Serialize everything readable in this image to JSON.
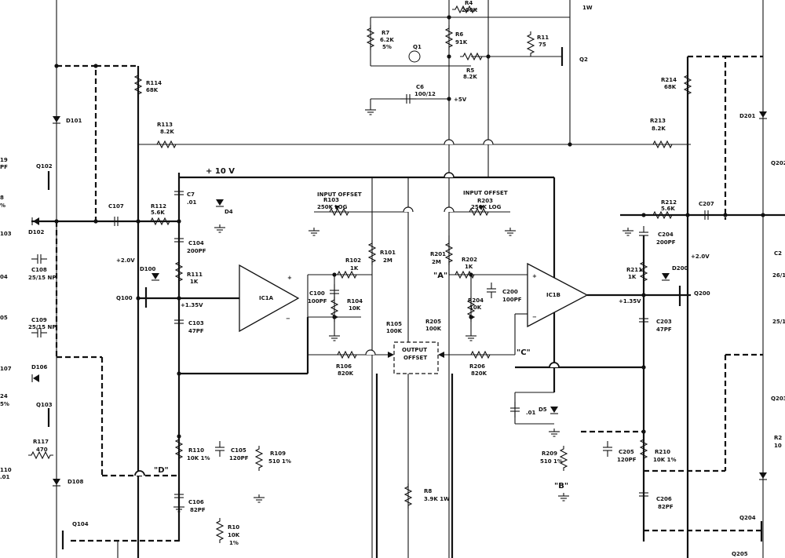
{
  "diagram": {
    "resistors": [
      {
        "id": "r4",
        "label": "R4",
        "value": "200K"
      },
      {
        "id": "r7",
        "label": "R7",
        "value": "6.2K",
        "tol": "5%"
      },
      {
        "id": "r6",
        "label": "R6",
        "value": "91K"
      },
      {
        "id": "r5",
        "label": "R5",
        "value": "8.2K"
      },
      {
        "id": "r11",
        "label": "R11",
        "value": "75"
      },
      {
        "id": "r114",
        "label": "R114",
        "value": "68K"
      },
      {
        "id": "r113",
        "label": "R113",
        "value": "8.2K"
      },
      {
        "id": "r112",
        "label": "R112",
        "value": "5.6K"
      },
      {
        "id": "r111",
        "label": "R111",
        "value": "1K"
      },
      {
        "id": "r103",
        "label": "R103",
        "value": "250K LOG"
      },
      {
        "id": "r203",
        "label": "R203",
        "value": "250K LOG"
      },
      {
        "id": "r101",
        "label": "R101",
        "value": "2M"
      },
      {
        "id": "r102",
        "label": "R102",
        "value": "1K"
      },
      {
        "id": "r104",
        "label": "R104",
        "value": "10K"
      },
      {
        "id": "r105",
        "label": "R105",
        "value": "100K"
      },
      {
        "id": "r205",
        "label": "R205",
        "value": "100K"
      },
      {
        "id": "r106",
        "label": "R106",
        "value": "820K"
      },
      {
        "id": "r206",
        "label": "R206",
        "value": "820K"
      },
      {
        "id": "r201",
        "label": "R201",
        "value": "2M"
      },
      {
        "id": "r202",
        "label": "R202",
        "value": "1K"
      },
      {
        "id": "r204",
        "label": "R204",
        "value": "10K"
      },
      {
        "id": "r214",
        "label": "R214",
        "value": "68K"
      },
      {
        "id": "r213",
        "label": "R213",
        "value": "8.2K"
      },
      {
        "id": "r212",
        "label": "R212",
        "value": "5.6K"
      },
      {
        "id": "r211",
        "label": "R211",
        "value": "1K"
      },
      {
        "id": "r110",
        "label": "R110",
        "value": "10K 1%"
      },
      {
        "id": "r109",
        "label": "R109",
        "value": "510 1%"
      },
      {
        "id": "r10",
        "label": "R10",
        "value": "10K",
        "tol": "1%"
      },
      {
        "id": "r8",
        "label": "R8",
        "value": "3.9K 1W"
      },
      {
        "id": "r209",
        "label": "R209",
        "value": "510 1%"
      },
      {
        "id": "r210",
        "label": "R210",
        "value": "10K 1%"
      },
      {
        "id": "r117",
        "label": "R117",
        "value": "470"
      }
    ],
    "capacitors": [
      {
        "id": "c6",
        "label": "C6",
        "value": "100/12"
      },
      {
        "id": "c7",
        "label": "C7",
        "value": ".01"
      },
      {
        "id": "c107",
        "label": "C107",
        "value": ""
      },
      {
        "id": "c104",
        "label": "C104",
        "value": "200PF"
      },
      {
        "id": "c103",
        "label": "C103",
        "value": "47PF"
      },
      {
        "id": "c108",
        "label": "C108",
        "value": "25/15 NP"
      },
      {
        "id": "c109",
        "label": "C109",
        "value": "25/15 NP"
      },
      {
        "id": "c100",
        "label": "C100",
        "value": "100PF"
      },
      {
        "id": "c200",
        "label": "C200",
        "value": "100PF"
      },
      {
        "id": "c105",
        "label": "C105",
        "value": "120PF"
      },
      {
        "id": "c106",
        "label": "C106",
        "value": "82PF"
      },
      {
        "id": "c207",
        "label": "C207",
        "value": ""
      },
      {
        "id": "c204",
        "label": "C204",
        "value": "200PF"
      },
      {
        "id": "c203",
        "label": "C203",
        "value": "47PF"
      },
      {
        "id": "c205",
        "label": "C205",
        "value": "120PF"
      },
      {
        "id": "c206",
        "label": "C206",
        "value": "82PF"
      },
      {
        "id": "c5",
        "label": "",
        "value": ".01"
      }
    ],
    "semis": [
      {
        "id": "q1",
        "label": "Q1"
      },
      {
        "id": "q2",
        "label": "Q2"
      },
      {
        "id": "q100",
        "label": "Q100"
      },
      {
        "id": "q102",
        "label": "Q102"
      },
      {
        "id": "q103",
        "label": "Q103"
      },
      {
        "id": "q104",
        "label": "Q104"
      },
      {
        "id": "q200",
        "label": "Q200"
      },
      {
        "id": "q202",
        "label": "Q202"
      },
      {
        "id": "q203",
        "label": "Q203"
      },
      {
        "id": "q204",
        "label": "Q204"
      },
      {
        "id": "q205",
        "label": "Q205"
      },
      {
        "id": "d4",
        "label": "D4"
      },
      {
        "id": "d5",
        "label": "D5"
      },
      {
        "id": "d100",
        "label": "D100"
      },
      {
        "id": "d101",
        "label": "D101"
      },
      {
        "id": "d102",
        "label": "D102"
      },
      {
        "id": "d106",
        "label": "D106"
      },
      {
        "id": "d108",
        "label": "D108"
      },
      {
        "id": "d200",
        "label": "D200"
      },
      {
        "id": "d201",
        "label": "D201"
      },
      {
        "id": "ic1a",
        "label": "IC1A"
      },
      {
        "id": "ic1b",
        "label": "IC1B"
      }
    ],
    "annotations": {
      "plus10v": "+ 10 V",
      "plus5v": "+5V",
      "one_w": "1W",
      "v2_0_left": "+2.0V",
      "v1_35_left": "+1.35V",
      "v2_0_right": "+2.0V",
      "v1_35_right": "+1.35V",
      "input_offset_left": "INPUT OFFSET",
      "input_offset_right": "INPUT OFFSET",
      "output_offset_1": "OUTPUT",
      "output_offset_2": "OFFSET",
      "node_a": "\"A\"",
      "node_b": "\"B\"",
      "node_c": "\"C\"",
      "node_d": "\"D\"",
      "amp_plus": "+",
      "amp_minus": "−",
      "cut_labels": [
        "19",
        "PF",
        "8",
        "%",
        "103",
        "04",
        "05",
        "107",
        "24",
        "5%",
        "110",
        ".01",
        "Q202",
        "Q203",
        "26/1",
        "C2",
        "25/1",
        "R2",
        "10"
      ]
    }
  }
}
